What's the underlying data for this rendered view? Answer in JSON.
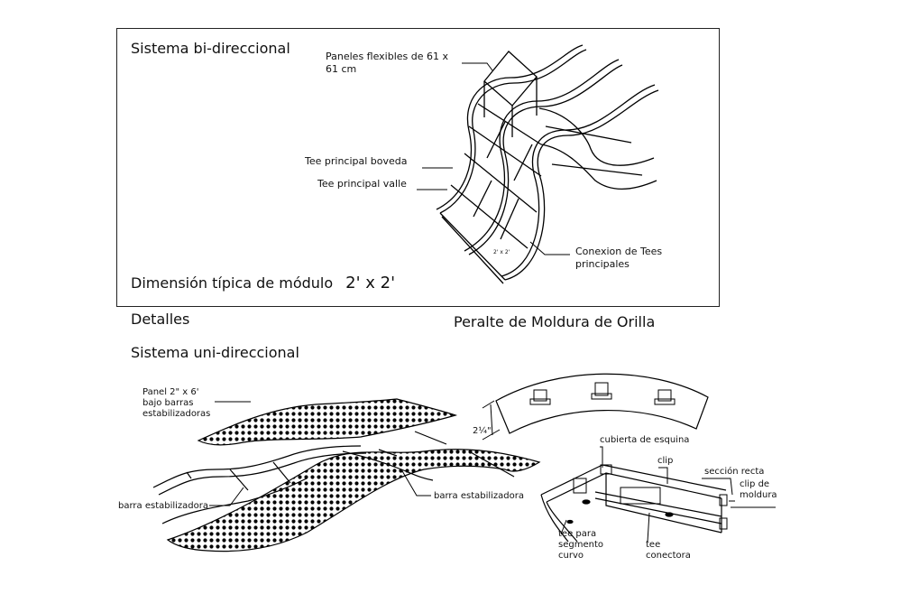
{
  "top_panel": {
    "title": "Sistema bi-direccional",
    "label_paneles": "Paneles flexibles de 61 x\n61 cm",
    "label_tee_boveda": "Tee principal boveda",
    "label_tee_valle": "Tee principal valle",
    "label_conexion": "Conexion de Tees\nprincipales",
    "module_tag": "2' x 2'",
    "dimension_label": "Dimensión típica de módulo",
    "dimension_value": "2' x 2'"
  },
  "details": {
    "heading": "Detalles",
    "uni_title": "Sistema uni-direccional",
    "label_panel": "Panel 2\" x 6'\nbajo barras\nestabilizadoras",
    "label_barra_left": "barra estabilizadora",
    "label_barra_right": "barra estabilizadora"
  },
  "moldura": {
    "title": "Peralte de Moldura de Orilla",
    "dimension": "2¼\"",
    "label_cubierta": "cubierta de esquina",
    "label_clip": "clip",
    "label_seccion": "sección recta",
    "label_clip_moldura": "clip de\nmoldura",
    "label_tee_curvo": "tee para\nsegmento\ncurvo",
    "label_tee_conectora": "tee\nconectora"
  }
}
